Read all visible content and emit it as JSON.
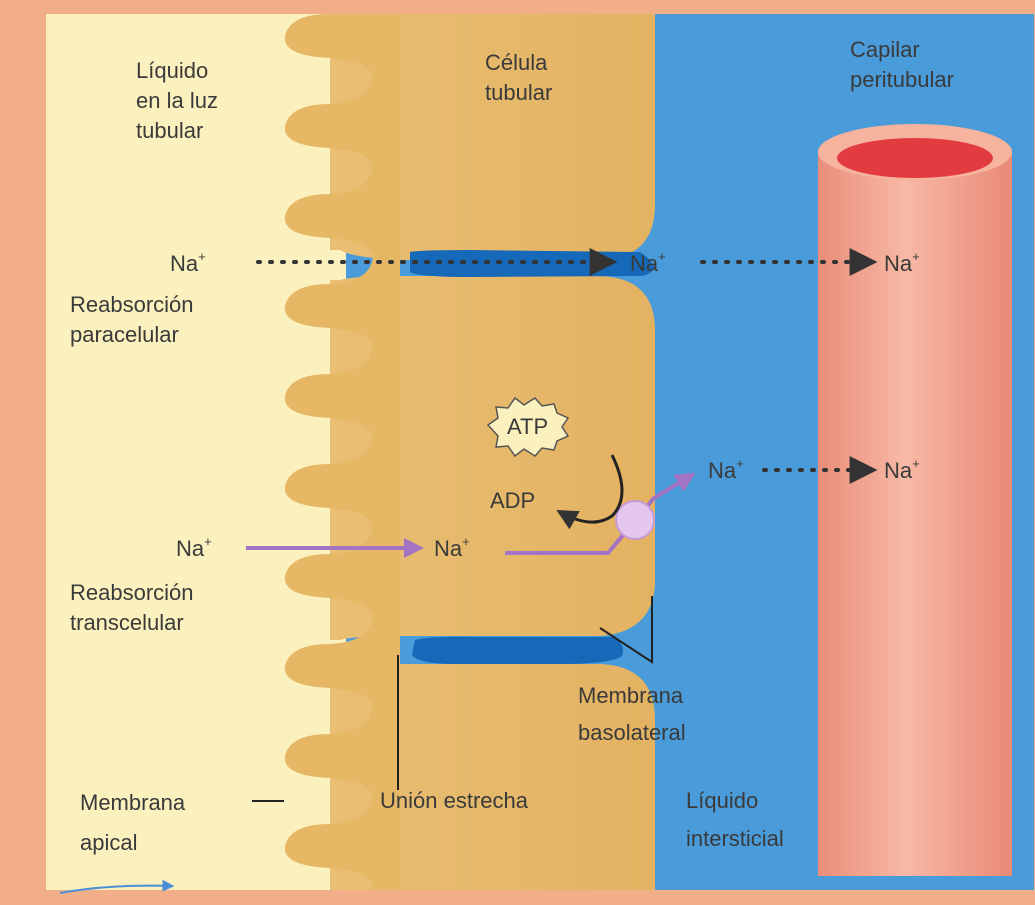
{
  "colors": {
    "frame": "#F2AE88",
    "lumen": "#FBF1BE",
    "cell": "#E8B865",
    "interstitial": "#4A9BDA",
    "capillary": "#F4A48F",
    "capillary_inner": "#E23C40",
    "junction": "#1668B8",
    "transport_arrow": "#A573C4",
    "pump": "#E4C6EE"
  },
  "labels": {
    "lumen": [
      "Líquido",
      "en la luz",
      "tubular"
    ],
    "cell": [
      "Célula",
      "tubular"
    ],
    "capillary": [
      "Capilar",
      "peritubular"
    ],
    "paracellular": [
      "Reabsorción",
      "paracelular"
    ],
    "transcellular": [
      "Reabsorción",
      "transcelular"
    ],
    "basolateral": [
      "Membrana",
      "basolateral"
    ],
    "apical": [
      "Membrana",
      "apical"
    ],
    "tight_junction": "Unión estrecha",
    "interstitial": [
      "Líquido",
      "intersticial"
    ],
    "atp": "ATP",
    "adp": "ADP",
    "na": "Na",
    "na_charge": "+"
  }
}
